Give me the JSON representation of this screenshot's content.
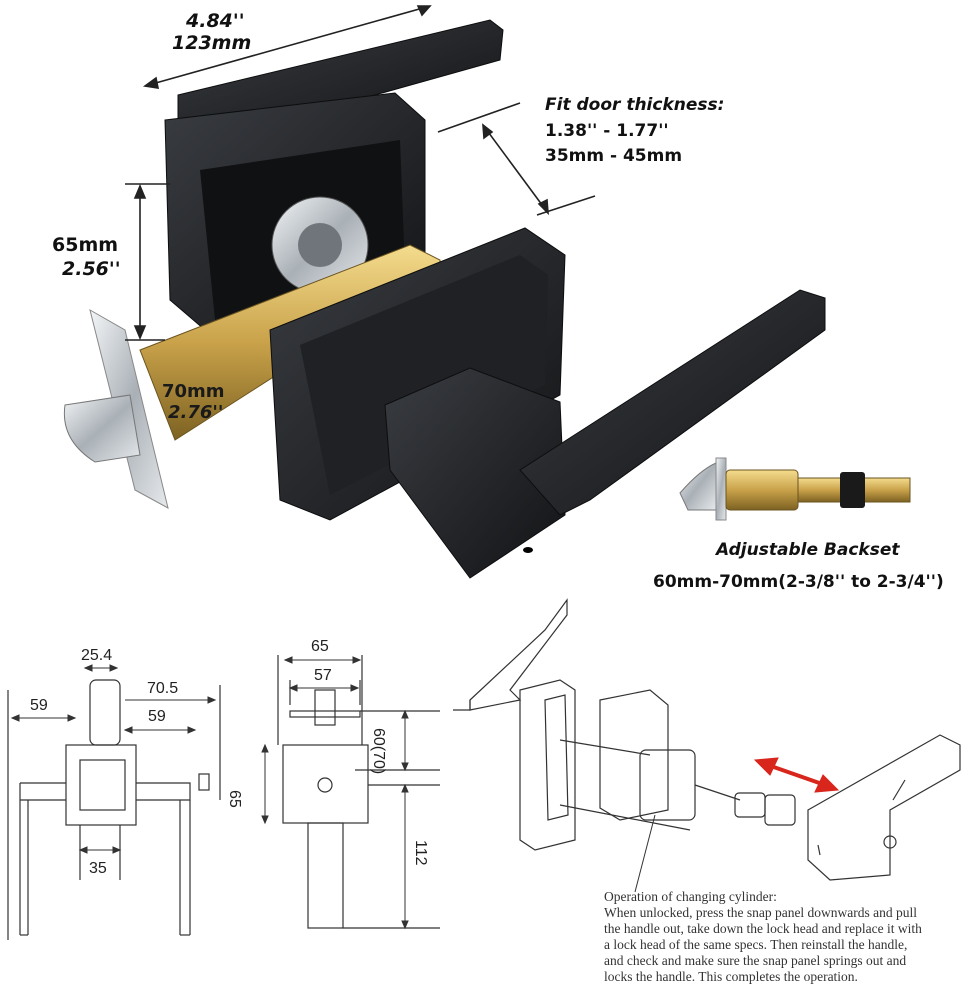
{
  "photo": {
    "handle_length": {
      "inch": "4.84''",
      "mm": "123mm"
    },
    "door_thickness": {
      "title": "Fit door thickness:",
      "inch": "1.38'' - 1.77''",
      "mm": "35mm - 45mm"
    },
    "rose_size": {
      "mm": "65mm",
      "inch": "2.56''"
    },
    "backset": {
      "mm": "70mm",
      "inch": "2.76''"
    },
    "adjustable": {
      "title": "Adjustable Backset",
      "range": "60mm-70mm(2-3/8'' to 2-3/4'')"
    }
  },
  "drawing_side": {
    "d1": "25.4",
    "d2": "70.5",
    "d3": "59",
    "d4": "59",
    "d5": "35"
  },
  "drawing_front": {
    "d1": "65",
    "d2": "57",
    "d3": "60(70)",
    "d4": "65",
    "d5": "112"
  },
  "instructions": {
    "title": "Operation of changing cylinder:",
    "lines": [
      "When unlocked, press the snap panel downwards and pull",
      "the handle out, take down the lock head and replace it with",
      "a lock head of the same specs. Then reinstall the handle,",
      "and check and make sure the snap panel springs out and",
      "locks the handle. This completes the operation."
    ]
  },
  "colors": {
    "finish": "#1b1d20",
    "brass": "#c9a24a",
    "chrome": "#c8cdd2",
    "arrow": "#d9261c"
  }
}
